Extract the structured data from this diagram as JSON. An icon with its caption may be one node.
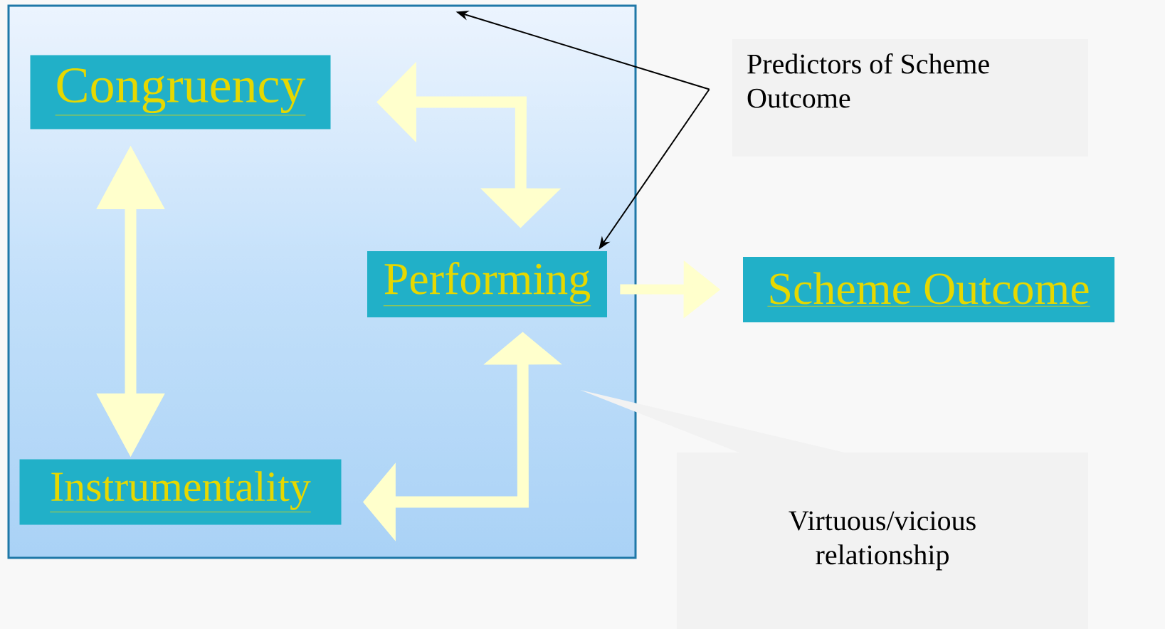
{
  "diagram": {
    "nodes": [
      {
        "text": [],
        "shape": "box"
      },
      {
        "text": [
          "Congruency"
        ],
        "in": 0
      },
      {
        "text": [
          "Performing"
        ],
        "in": 0
      },
      {
        "text": [
          "Instrumentality"
        ],
        "in": 0
      },
      {
        "text": [
          "Predictors of Scheme Outcome"
        ]
      },
      {
        "text": [
          "Scheme Outcome"
        ]
      },
      {
        "text": [
          "Virtuous/vicious relationship"
        ]
      }
    ],
    "edges": [
      {
        "from": 1,
        "to": 3,
        "arrow": "both"
      },
      {
        "from": 1,
        "to": 2,
        "arrow": "both"
      },
      {
        "from": 3,
        "to": 2,
        "arrow": "both"
      },
      {
        "from": 4,
        "to": 0,
        "arrow": "to",
        "color": "#000000"
      },
      {
        "from": 4,
        "to": 2,
        "arrow": "to",
        "color": "#000000"
      },
      {
        "from": 2,
        "to": 5,
        "arrow": "to"
      }
    ]
  }
}
